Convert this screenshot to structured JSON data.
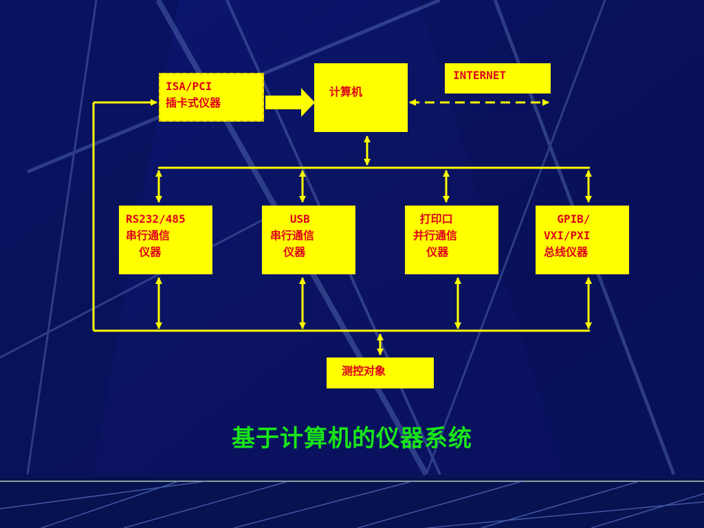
{
  "diagram": {
    "computer": "计算机",
    "internet": "INTERNET",
    "isa_pci": [
      "ISA/PCI",
      "插卡式仪器"
    ],
    "rs232": [
      "RS232/485",
      "串行通信",
      "  仪器"
    ],
    "usb": [
      "   USB",
      "串行通信",
      "  仪器"
    ],
    "printer": [
      " 打印口",
      "并行通信",
      "  仪器"
    ],
    "gpib": [
      "  GPIB/",
      "VXI/PXI",
      "总线仪器"
    ],
    "target": "测控对象",
    "title": "基于计算机的仪器系统"
  },
  "colors": {
    "background": "#0a1268",
    "box_fill": "#ffff00",
    "box_text": "#e0001a",
    "connector": "#ffff00",
    "title": "#19e619"
  }
}
